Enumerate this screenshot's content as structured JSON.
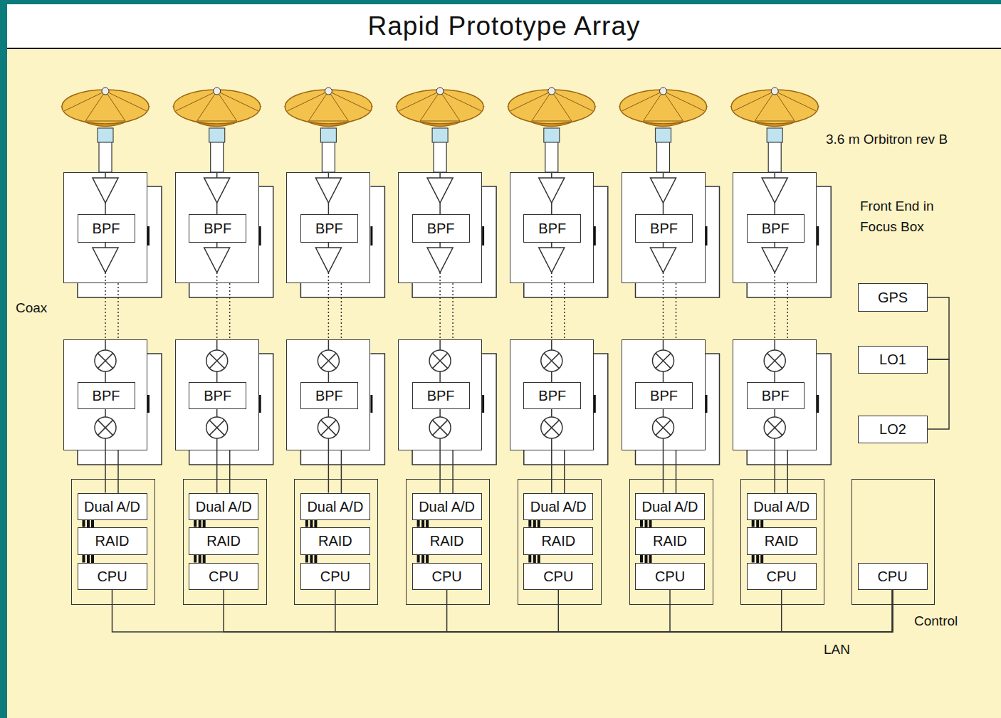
{
  "diagram": {
    "title": "Rapid Prototype Array",
    "nodes": [
      {
        "text": []
      },
      {
        "text": [
          "BPF"
        ],
        "in": 0
      },
      {
        "text": []
      },
      {
        "text": [
          "BPF"
        ],
        "in": 2
      },
      {
        "text": []
      },
      {
        "text": [
          "Dual A/D"
        ],
        "in": 4
      },
      {
        "text": [
          "RAID"
        ],
        "in": 4
      },
      {
        "text": [
          "CPU"
        ],
        "in": 4
      },
      {
        "text": []
      },
      {
        "text": [
          "BPF"
        ],
        "in": 8
      },
      {
        "text": []
      },
      {
        "text": [
          "BPF"
        ],
        "in": 10
      },
      {
        "text": []
      },
      {
        "text": [
          "Dual A/D"
        ],
        "in": 12
      },
      {
        "text": [
          "RAID"
        ],
        "in": 12
      },
      {
        "text": [
          "CPU"
        ],
        "in": 12
      },
      {
        "text": []
      },
      {
        "text": [
          "BPF"
        ],
        "in": 16
      },
      {
        "text": []
      },
      {
        "text": [
          "BPF"
        ],
        "in": 18
      },
      {
        "text": []
      },
      {
        "text": [
          "Dual A/D"
        ],
        "in": 20
      },
      {
        "text": [
          "RAID"
        ],
        "in": 20
      },
      {
        "text": [
          "CPU"
        ],
        "in": 20
      },
      {
        "text": []
      },
      {
        "text": [
          "BPF"
        ],
        "in": 24
      },
      {
        "text": []
      },
      {
        "text": [
          "BPF"
        ],
        "in": 26
      },
      {
        "text": []
      },
      {
        "text": [
          "Dual A/D"
        ],
        "in": 28
      },
      {
        "text": [
          "RAID"
        ],
        "in": 28
      },
      {
        "text": [
          "CPU"
        ],
        "in": 28
      },
      {
        "text": []
      },
      {
        "text": [
          "BPF"
        ],
        "in": 32
      },
      {
        "text": []
      },
      {
        "text": [
          "BPF"
        ],
        "in": 34
      },
      {
        "text": []
      },
      {
        "text": [
          "Dual A/D"
        ],
        "in": 36
      },
      {
        "text": [
          "RAID"
        ],
        "in": 36
      },
      {
        "text": [
          "CPU"
        ],
        "in": 36
      },
      {
        "text": []
      },
      {
        "text": [
          "BPF"
        ],
        "in": 40
      },
      {
        "text": []
      },
      {
        "text": [
          "BPF"
        ],
        "in": 42
      },
      {
        "text": []
      },
      {
        "text": [
          "Dual A/D"
        ],
        "in": 44
      },
      {
        "text": [
          "RAID"
        ],
        "in": 44
      },
      {
        "text": [
          "CPU"
        ],
        "in": 44
      },
      {
        "text": []
      },
      {
        "text": [
          "BPF"
        ],
        "in": 48
      },
      {
        "text": []
      },
      {
        "text": [
          "BPF"
        ],
        "in": 50
      },
      {
        "text": []
      },
      {
        "text": [
          "Dual A/D"
        ],
        "in": 52
      },
      {
        "text": [
          "RAID"
        ],
        "in": 52
      },
      {
        "text": [
          "CPU"
        ],
        "in": 52
      },
      {
        "text": [
          "GPS"
        ]
      },
      {
        "text": [
          "LO1"
        ]
      },
      {
        "text": [
          "LO2"
        ]
      },
      {
        "text": []
      },
      {
        "text": [
          "CPU"
        ],
        "in": 59
      }
    ],
    "edges": [
      {
        "from": 0,
        "to": 2,
        "arrow": "none"
      },
      {
        "from": 2,
        "to": 5,
        "arrow": "none"
      },
      {
        "from": 5,
        "to": 6,
        "arrow": "none"
      },
      {
        "from": 6,
        "to": 7,
        "arrow": "none"
      },
      {
        "from": 7,
        "to": 60,
        "arrow": "none"
      },
      {
        "from": 8,
        "to": 10,
        "arrow": "none"
      },
      {
        "from": 10,
        "to": 13,
        "arrow": "none"
      },
      {
        "from": 13,
        "to": 14,
        "arrow": "none"
      },
      {
        "from": 14,
        "to": 15,
        "arrow": "none"
      },
      {
        "from": 15,
        "to": 60,
        "arrow": "none"
      },
      {
        "from": 16,
        "to": 18,
        "arrow": "none"
      },
      {
        "from": 18,
        "to": 21,
        "arrow": "none"
      },
      {
        "from": 21,
        "to": 22,
        "arrow": "none"
      },
      {
        "from": 22,
        "to": 23,
        "arrow": "none"
      },
      {
        "from": 23,
        "to": 60,
        "arrow": "none"
      },
      {
        "from": 24,
        "to": 26,
        "arrow": "none"
      },
      {
        "from": 26,
        "to": 29,
        "arrow": "none"
      },
      {
        "from": 29,
        "to": 30,
        "arrow": "none"
      },
      {
        "from": 30,
        "to": 31,
        "arrow": "none"
      },
      {
        "from": 31,
        "to": 60,
        "arrow": "none"
      },
      {
        "from": 32,
        "to": 34,
        "arrow": "none"
      },
      {
        "from": 34,
        "to": 37,
        "arrow": "none"
      },
      {
        "from": 37,
        "to": 38,
        "arrow": "none"
      },
      {
        "from": 38,
        "to": 39,
        "arrow": "none"
      },
      {
        "from": 39,
        "to": 60,
        "arrow": "none"
      },
      {
        "from": 40,
        "to": 42,
        "arrow": "none"
      },
      {
        "from": 42,
        "to": 45,
        "arrow": "none"
      },
      {
        "from": 45,
        "to": 46,
        "arrow": "none"
      },
      {
        "from": 46,
        "to": 47,
        "arrow": "none"
      },
      {
        "from": 47,
        "to": 60,
        "arrow": "none"
      },
      {
        "from": 48,
        "to": 50,
        "arrow": "none"
      },
      {
        "from": 50,
        "to": 53,
        "arrow": "none"
      },
      {
        "from": 53,
        "to": 54,
        "arrow": "none"
      },
      {
        "from": 54,
        "to": 55,
        "arrow": "none"
      },
      {
        "from": 55,
        "to": 60,
        "arrow": "none"
      },
      {
        "from": 56,
        "to": 57,
        "arrow": "none"
      },
      {
        "from": 57,
        "to": 58,
        "arrow": "none"
      }
    ],
    "labels": [
      "3.6 m Orbitron rev B",
      "Front End in Focus Box",
      "Coax",
      "Control",
      "LAN"
    ]
  }
}
